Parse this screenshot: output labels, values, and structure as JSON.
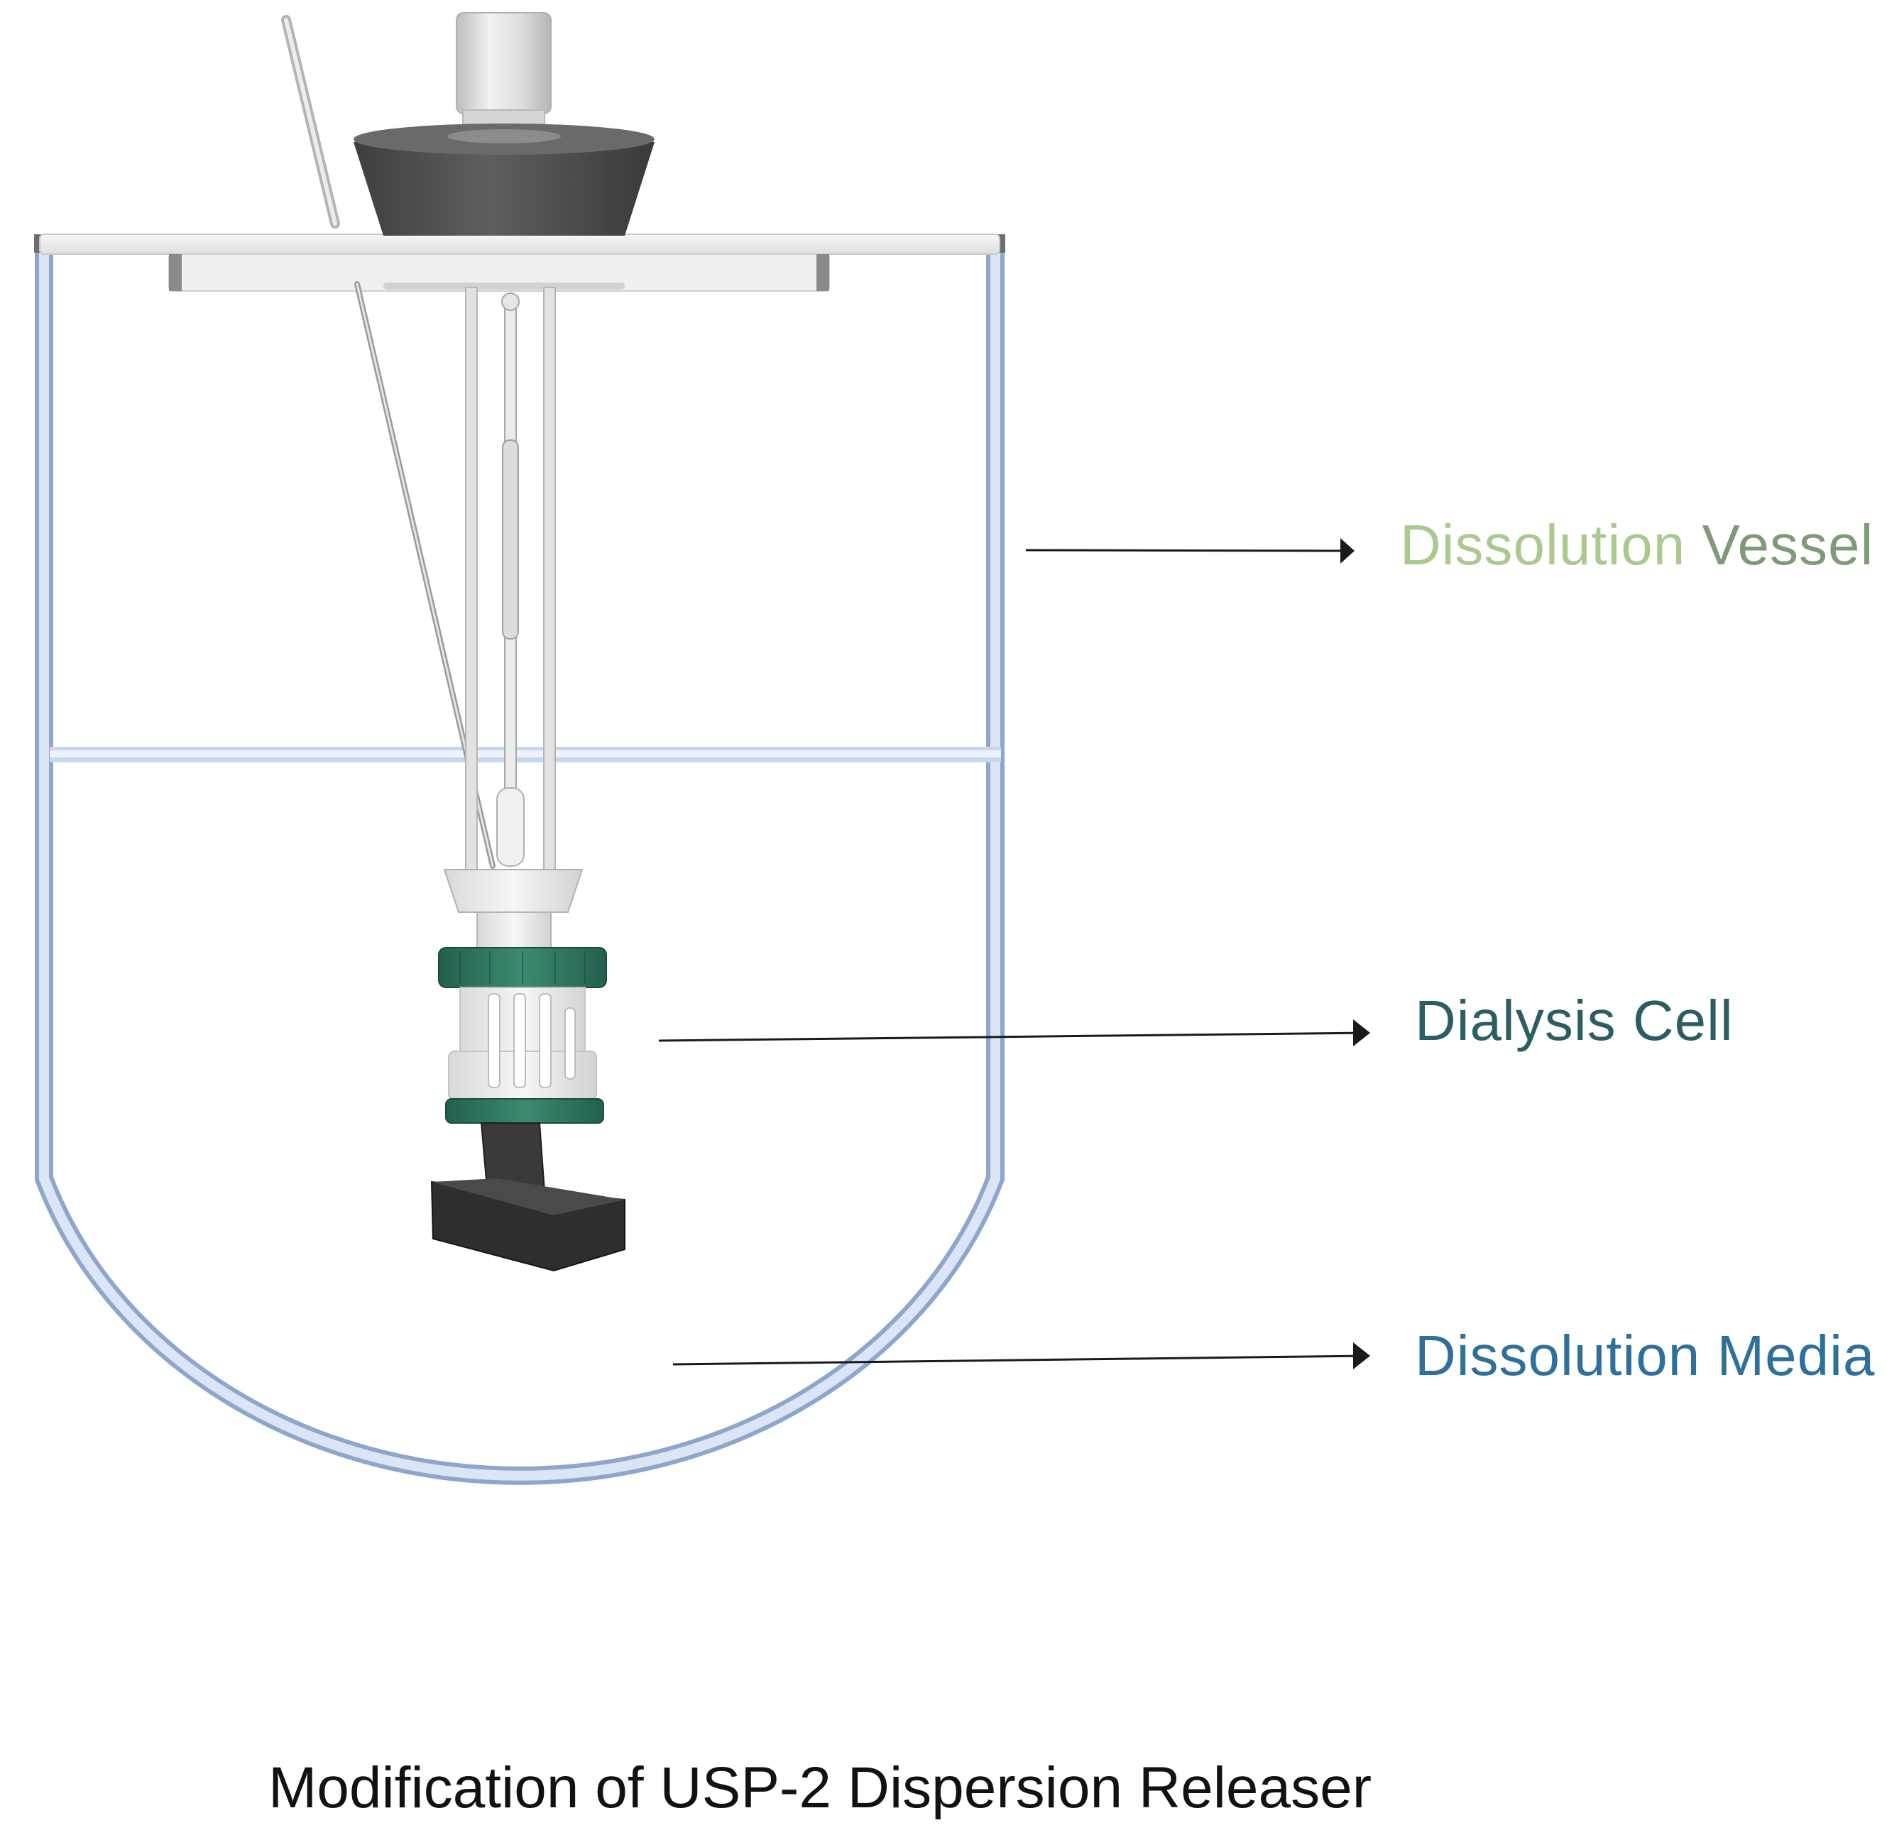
{
  "labels": {
    "vessel_part1": "Dissolution ",
    "vessel_part2": "Vessel",
    "dialysis_cell": "Dialysis Cell",
    "media": "Dissolution Media"
  },
  "caption": "Modification of USP-2 Dispersion Releaser",
  "colors": {
    "vessel_label_light": "#a9c98f",
    "vessel_label_dark": "#7f9a78",
    "cell_label": "#2c5d63",
    "media_label": "#2f6f9b",
    "vessel_outline": "#b8c8e6",
    "lid_dark": "#525252",
    "cell_caps": "#2f7a63",
    "cell_base": "#2c2c2c"
  }
}
